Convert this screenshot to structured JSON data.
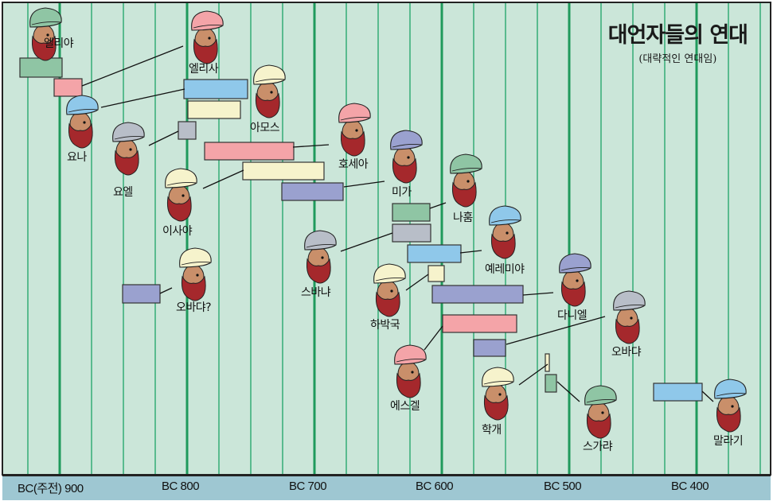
{
  "title": "대언자들의 연대",
  "subtitle": "(대략적인 연대임)",
  "colors": {
    "background": "#cbe6d9",
    "thick_line": "#1f9a5c",
    "thin_line": "#3db07c",
    "axis_bar": "#9ec7d2",
    "green": "#8fc5a4",
    "pink": "#f4a4a8",
    "blue": "#8fc8ea",
    "cream": "#f6f3cc",
    "grey": "#b8bec8",
    "purple": "#9aa1cf"
  },
  "axis_labels": [
    "BC(주전) 900",
    "BC 800",
    "BC 700",
    "BC 600",
    "BC 500",
    "BC 400"
  ],
  "prophets": [
    {
      "name": "엘리야",
      "hat": "green"
    },
    {
      "name": "엘리사",
      "hat": "pink"
    },
    {
      "name": "요나",
      "hat": "blue"
    },
    {
      "name": "아모스",
      "hat": "cream"
    },
    {
      "name": "요엘",
      "hat": "grey"
    },
    {
      "name": "호세아",
      "hat": "pink"
    },
    {
      "name": "이사야",
      "hat": "cream"
    },
    {
      "name": "미가",
      "hat": "purple"
    },
    {
      "name": "나훔",
      "hat": "green"
    },
    {
      "name": "스바냐",
      "hat": "grey"
    },
    {
      "name": "예레미야",
      "hat": "blue"
    },
    {
      "name": "오바댜?",
      "hat": "cream"
    },
    {
      "name": "하박국",
      "hat": "cream"
    },
    {
      "name": "다니엘",
      "hat": "purple"
    },
    {
      "name": "에스겔",
      "hat": "pink"
    },
    {
      "name": "오바댜",
      "hat": "grey"
    },
    {
      "name": "학개",
      "hat": "cream"
    },
    {
      "name": "스가랴",
      "hat": "green"
    },
    {
      "name": "말라기",
      "hat": "blue"
    }
  ]
}
